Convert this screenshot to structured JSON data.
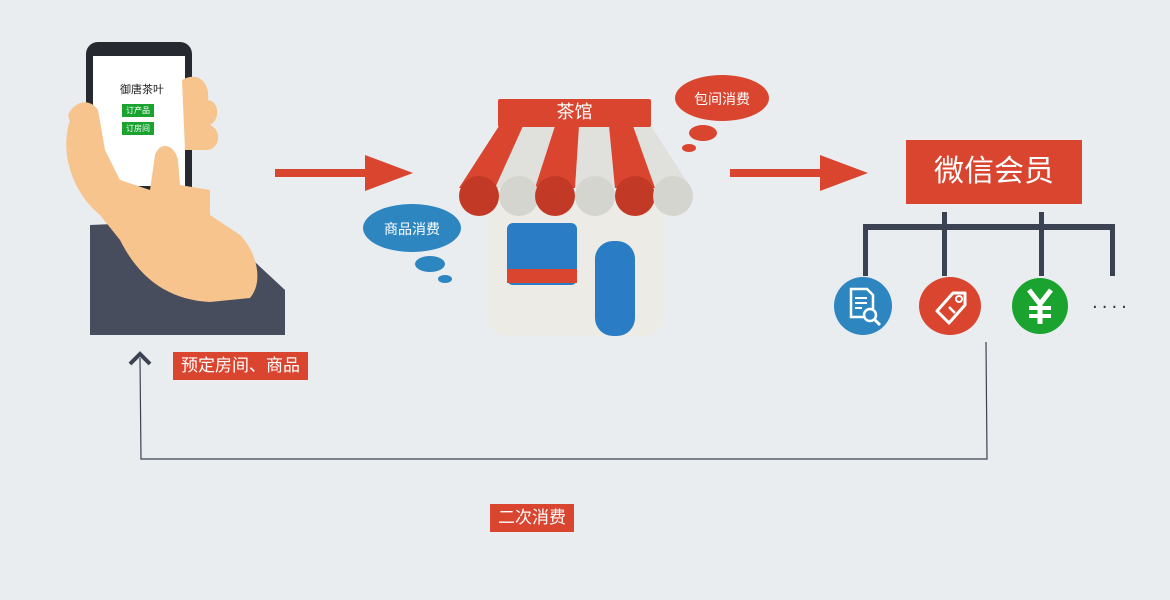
{
  "phone": {
    "app_title": "御唐茶叶",
    "btn_product": "订产品",
    "btn_room": "订房间"
  },
  "labels": {
    "book": "预定房间、商品",
    "repeat": "二次消费"
  },
  "shop": {
    "sign": "茶馆",
    "bubble_goods": "商品消费",
    "bubble_room": "包间消费"
  },
  "member": {
    "title": "微信会员",
    "more": "....",
    "icons": [
      {
        "name": "document-search-icon",
        "color": "#2e86c1"
      },
      {
        "name": "tag-icon",
        "color": "#d9452f"
      },
      {
        "name": "yen-icon",
        "color": "#1aa32e"
      }
    ]
  },
  "colors": {
    "accent_red": "#d9452f",
    "blue": "#2e86c1",
    "green": "#1aa32e",
    "dark": "#3b4352"
  }
}
